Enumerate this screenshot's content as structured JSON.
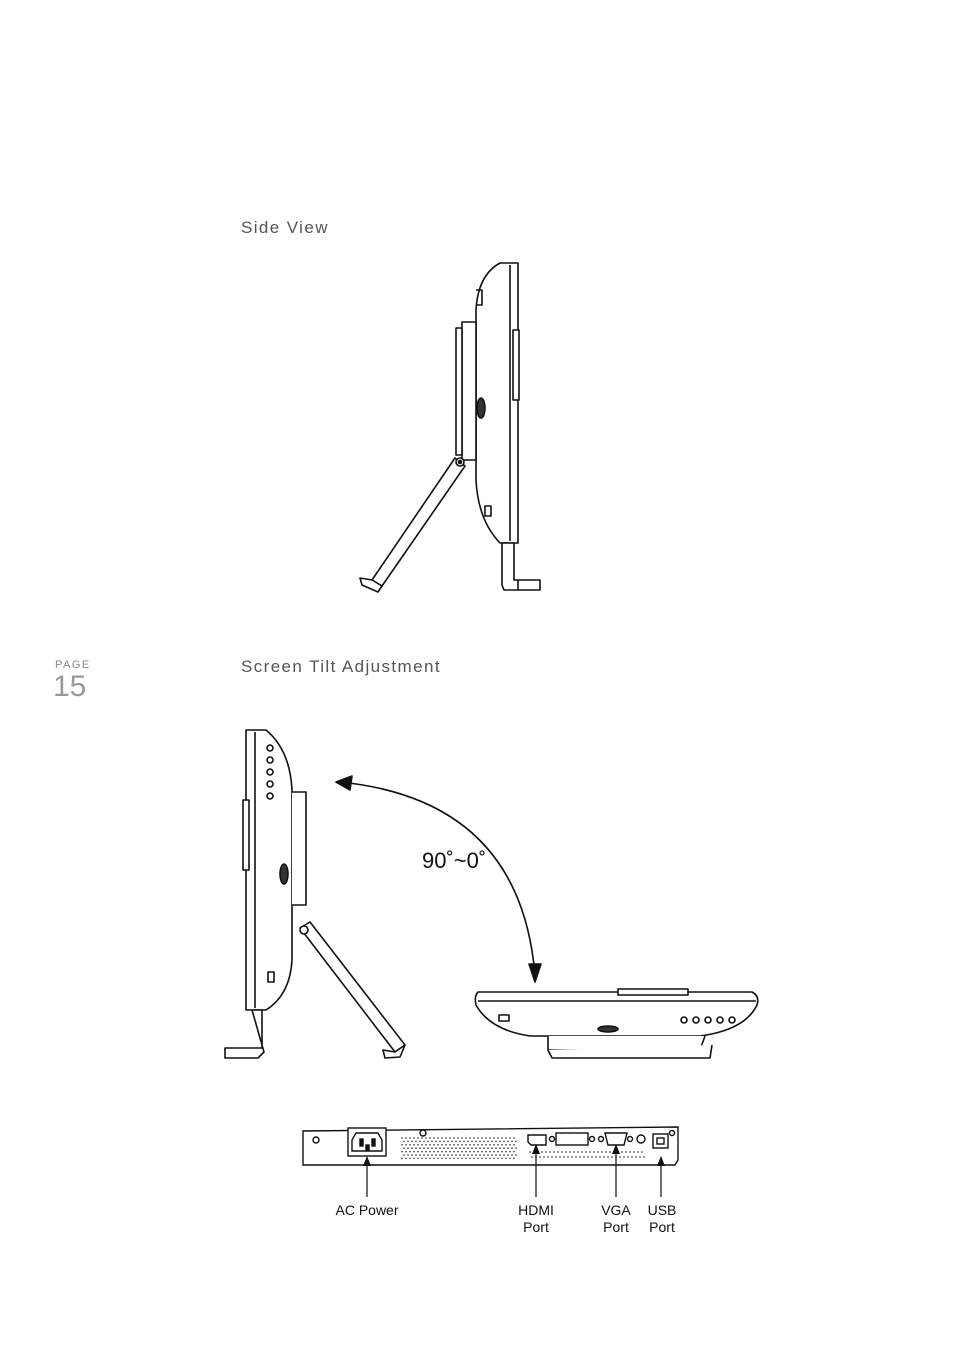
{
  "page": {
    "label": "PAGE",
    "number": "15"
  },
  "sections": {
    "side_view": "Side View",
    "tilt": "Screen Tilt Adjustment"
  },
  "tilt_angle": "90˚~0˚",
  "ports": {
    "ac_power": "AC Power",
    "hdmi_line1": "HDMI",
    "hdmi_line2": "Port",
    "vga_line1": "VGA",
    "vga_line2": "Port",
    "usb_line1": "USB",
    "usb_line2": "Port"
  }
}
